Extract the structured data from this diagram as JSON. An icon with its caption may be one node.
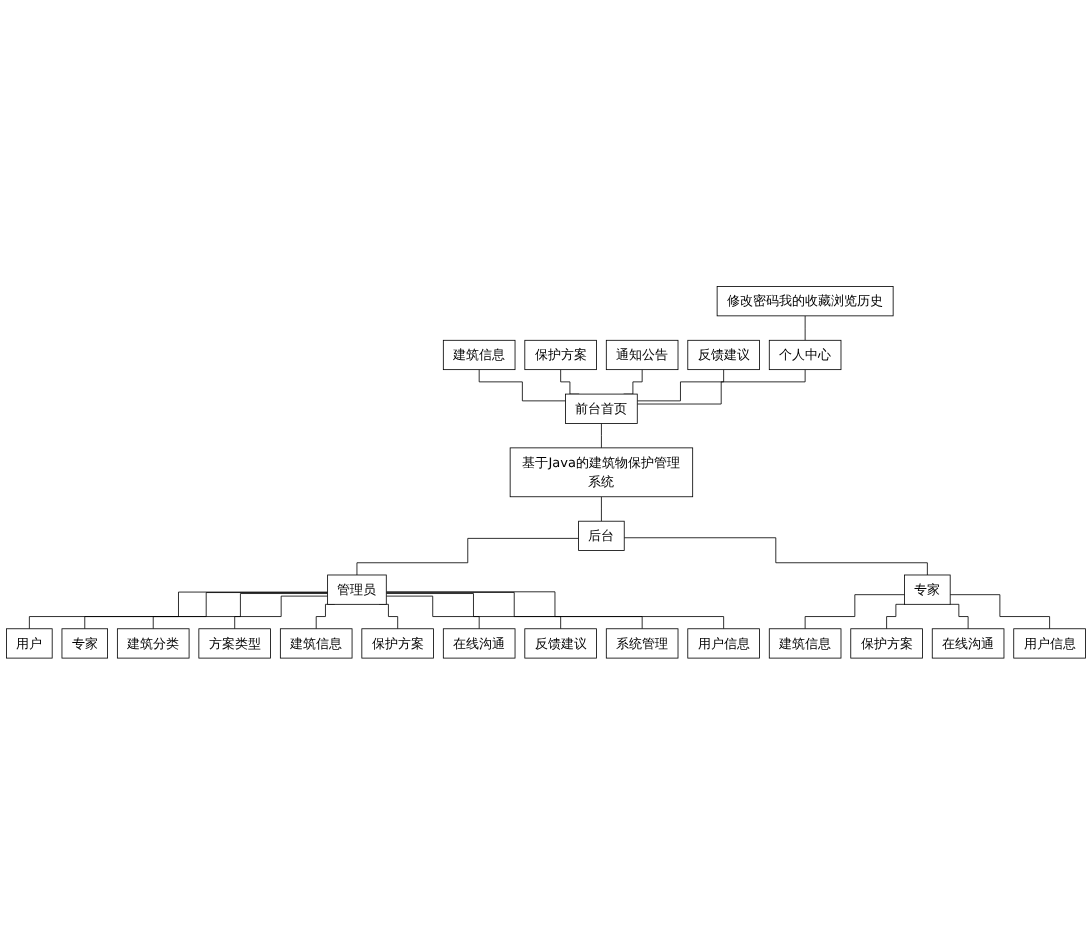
{
  "diagram": {
    "nodes": [
      {
        "text": [
          "建筑信息"
        ]
      },
      {
        "text": [
          "保护方案"
        ]
      },
      {
        "text": [
          "通知公告"
        ]
      },
      {
        "text": [
          "反馈建议"
        ]
      },
      {
        "text": [
          "个人中心"
        ]
      },
      {
        "text": [
          "修改密码我的收藏浏览历史"
        ]
      },
      {
        "text": [
          "前台首页"
        ]
      },
      {
        "text": [
          "基于Java的建筑物保护管理系统"
        ]
      },
      {
        "text": [
          "后台"
        ]
      },
      {
        "text": [
          "管理员"
        ]
      },
      {
        "text": [
          "专家"
        ]
      },
      {
        "text": [
          "用户"
        ]
      },
      {
        "text": [
          "专家"
        ]
      },
      {
        "text": [
          "建筑分类"
        ]
      },
      {
        "text": [
          "方案类型"
        ]
      },
      {
        "text": [
          "建筑信息"
        ]
      },
      {
        "text": [
          "保护方案"
        ]
      },
      {
        "text": [
          "在线沟通"
        ]
      },
      {
        "text": [
          "反馈建议"
        ]
      },
      {
        "text": [
          "系统管理"
        ]
      },
      {
        "text": [
          "用户信息"
        ]
      },
      {
        "text": [
          "建筑信息"
        ]
      },
      {
        "text": [
          "保护方案"
        ]
      },
      {
        "text": [
          "在线沟通"
        ]
      },
      {
        "text": [
          "用户信息"
        ]
      }
    ],
    "edges": [
      {
        "from": 0,
        "to": 6,
        "arrow": "none"
      },
      {
        "from": 1,
        "to": 6,
        "arrow": "none"
      },
      {
        "from": 2,
        "to": 6,
        "arrow": "none"
      },
      {
        "from": 3,
        "to": 6,
        "arrow": "none"
      },
      {
        "from": 4,
        "to": 6,
        "arrow": "none"
      },
      {
        "from": 5,
        "to": 4,
        "arrow": "none"
      },
      {
        "from": 6,
        "to": 7,
        "arrow": "none"
      },
      {
        "from": 7,
        "to": 8,
        "arrow": "none"
      },
      {
        "from": 8,
        "to": 9,
        "arrow": "none"
      },
      {
        "from": 8,
        "to": 10,
        "arrow": "none"
      },
      {
        "from": 9,
        "to": 11,
        "arrow": "none"
      },
      {
        "from": 9,
        "to": 12,
        "arrow": "none"
      },
      {
        "from": 9,
        "to": 13,
        "arrow": "none"
      },
      {
        "from": 9,
        "to": 14,
        "arrow": "none"
      },
      {
        "from": 9,
        "to": 15,
        "arrow": "none"
      },
      {
        "from": 9,
        "to": 16,
        "arrow": "none"
      },
      {
        "from": 9,
        "to": 17,
        "arrow": "none"
      },
      {
        "from": 9,
        "to": 18,
        "arrow": "none"
      },
      {
        "from": 9,
        "to": 19,
        "arrow": "none"
      },
      {
        "from": 9,
        "to": 20,
        "arrow": "none"
      },
      {
        "from": 10,
        "to": 21,
        "arrow": "none"
      },
      {
        "from": 10,
        "to": 22,
        "arrow": "none"
      },
      {
        "from": 10,
        "to": 23,
        "arrow": "none"
      },
      {
        "from": 10,
        "to": 24,
        "arrow": "none"
      }
    ]
  }
}
